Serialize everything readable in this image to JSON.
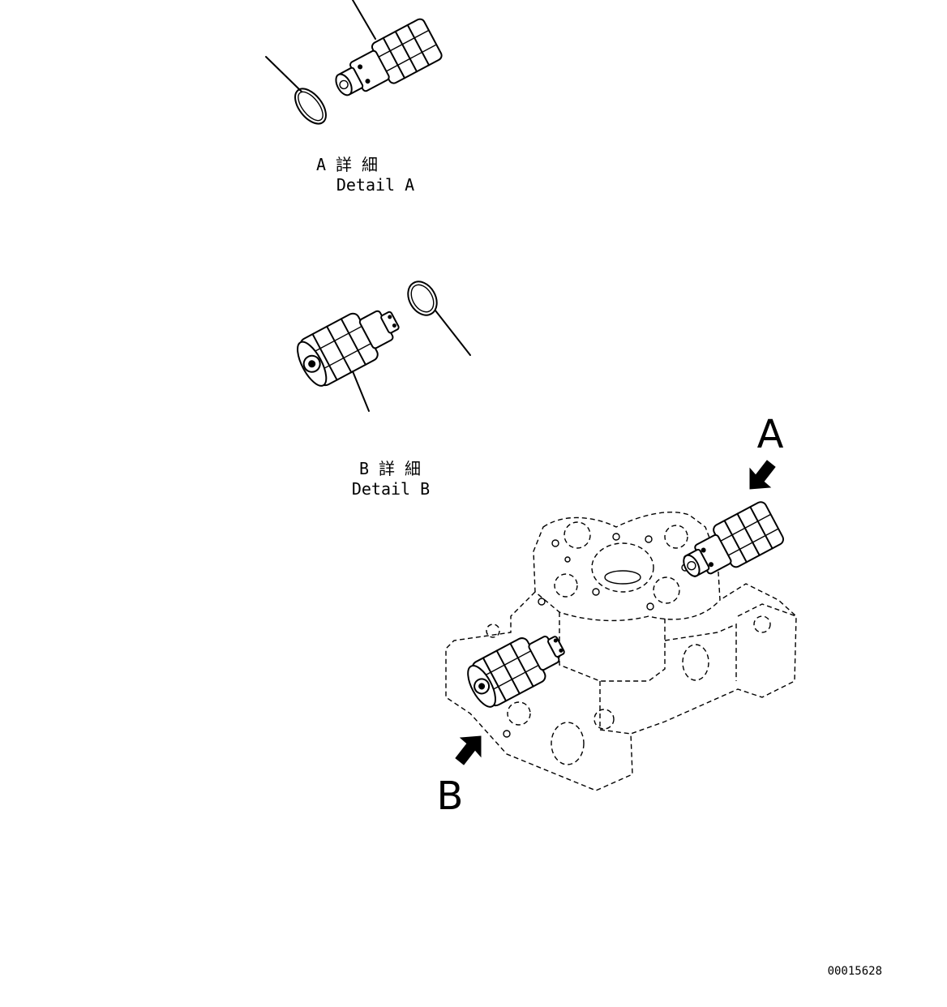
{
  "detail_a": {
    "title_jp": "A 詳 細",
    "title_en": "Detail A"
  },
  "detail_b": {
    "title_jp": "B 詳 細",
    "title_en": "Detail B"
  },
  "view_labels": {
    "a": "A",
    "b": "B"
  },
  "drawing_number": "00015628"
}
